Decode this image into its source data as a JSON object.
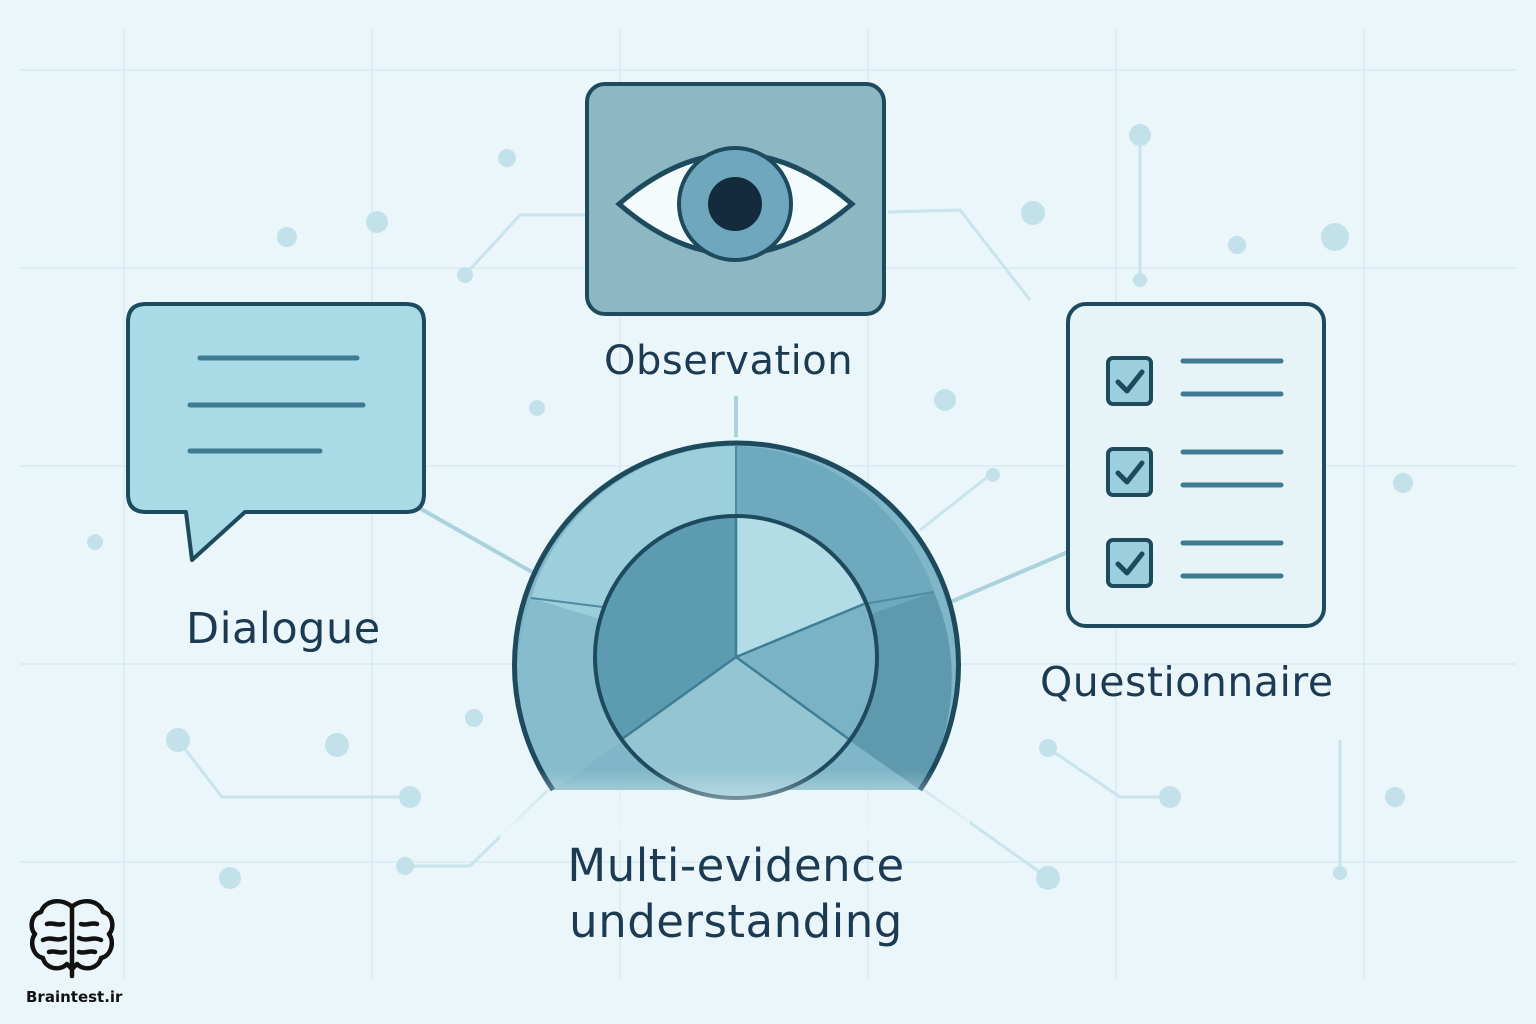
{
  "labels": {
    "observation": "Observation",
    "dialogue": "Dialogue",
    "questionnaire": "Questionnaire",
    "center": "Multi-evidence understanding"
  },
  "brand": {
    "name": "Braintest.ir",
    "logo_icon": "brain-icon"
  },
  "icons": {
    "observation": "eye-icon",
    "dialogue": "speech-bubble-icon",
    "questionnaire": "checklist-icon",
    "center": "pie-chart-icon"
  },
  "questionnaire": {
    "checked_items": 3
  },
  "colors": {
    "background": "#eaf6f9",
    "text": "#1c3b52",
    "outline": "#1e4a5e",
    "accent_light": "#b2dde6",
    "accent_mid": "#7ab3c4",
    "accent_dark": "#5c9bb0",
    "connector": "#a9d2dc"
  }
}
